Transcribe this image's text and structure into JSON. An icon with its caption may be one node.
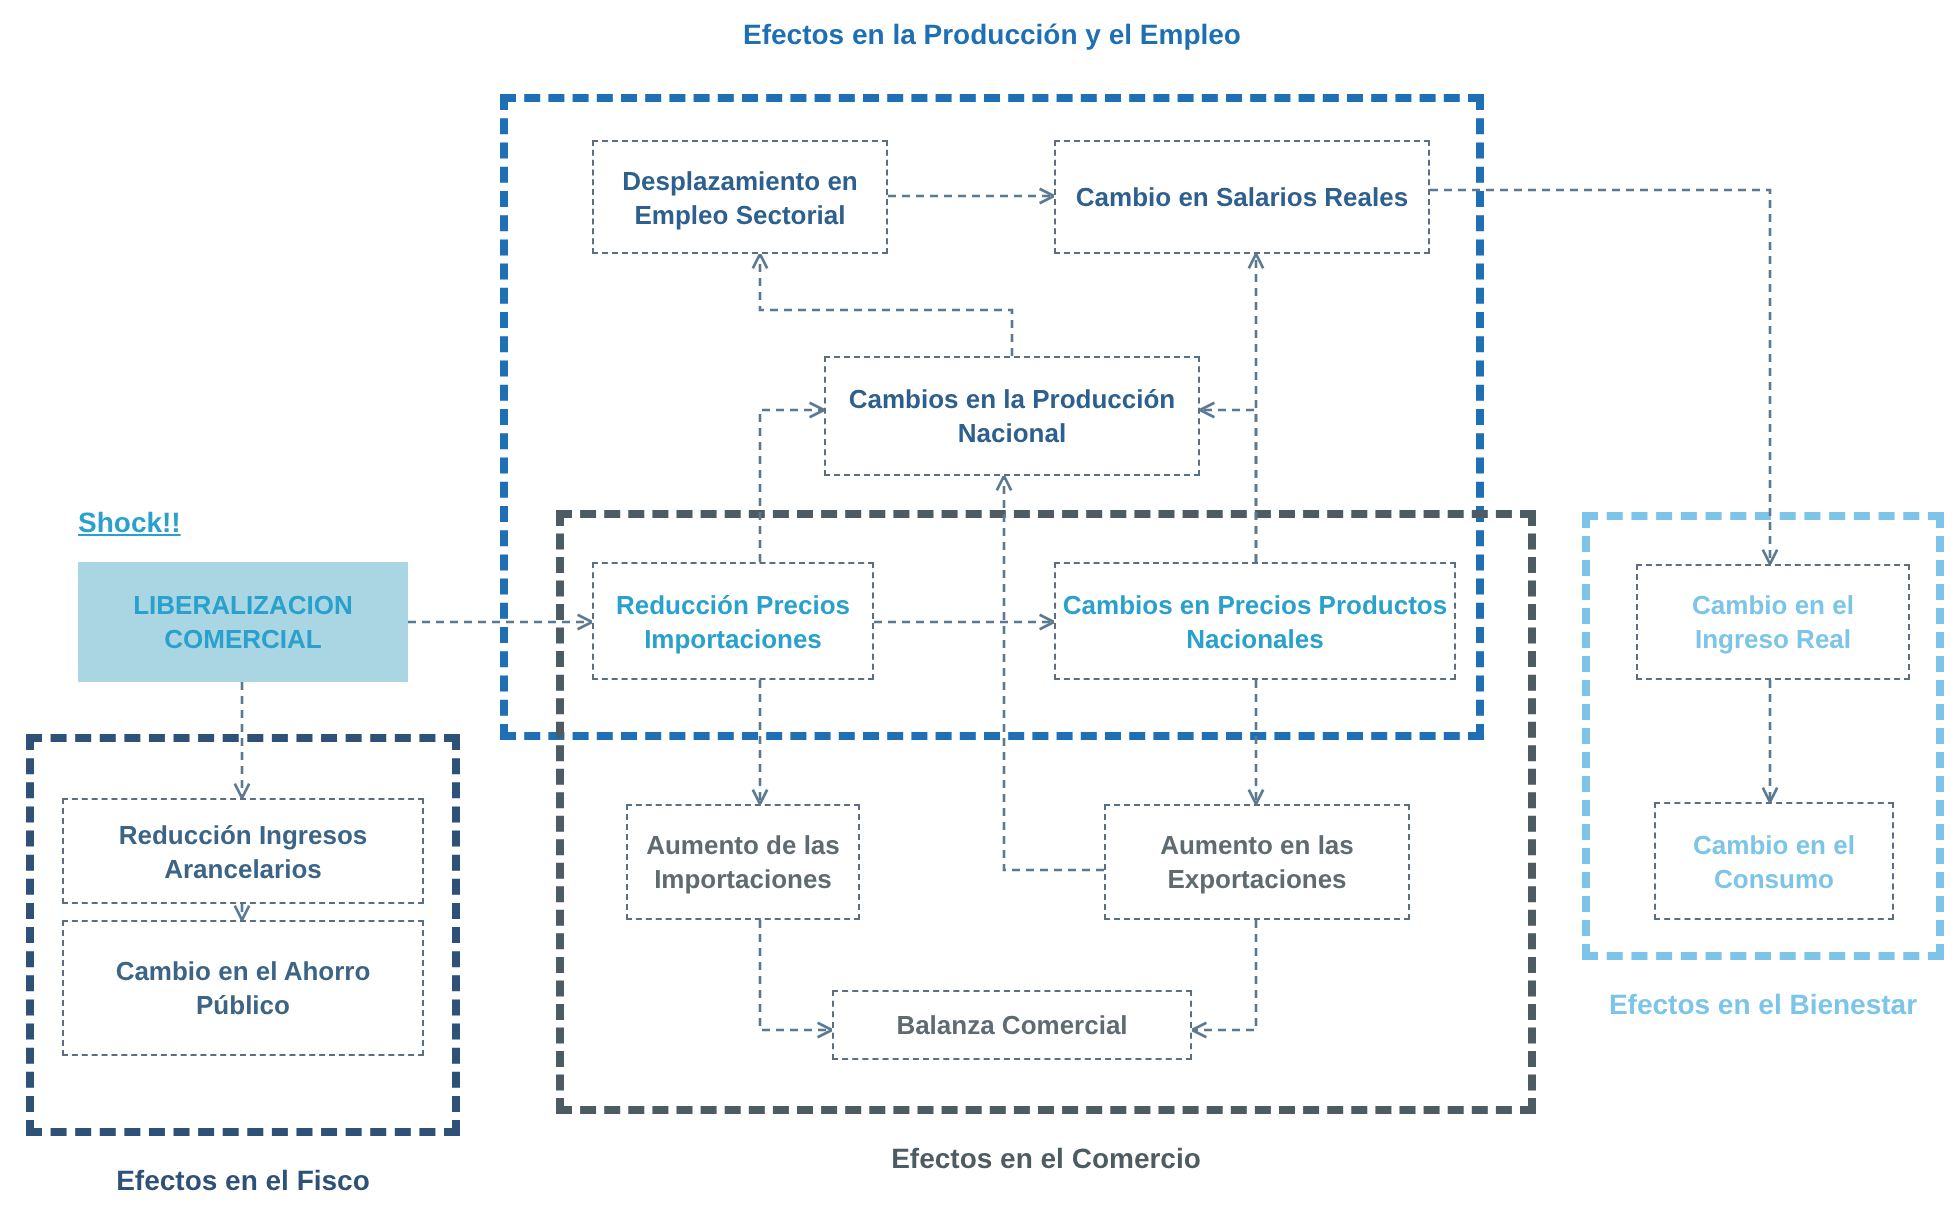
{
  "diagram": {
    "nodes": [
      {
        "text": [
          "Efectos en la Producción y el Empleo"
        ]
      },
      {
        "text": [
          "Desplazamiento en Empleo Sectorial"
        ],
        "in": 0
      },
      {
        "text": [
          "Cambio en Salarios Reales"
        ],
        "in": 0
      },
      {
        "text": [
          "Cambios en la Producción Nacional"
        ],
        "in": 0
      },
      {
        "text": [
          "Efectos en el Comercio"
        ]
      },
      {
        "text": [
          "Reducción Precios Importaciones"
        ]
      },
      {
        "text": [
          "Cambios en Precios Productos Nacionales"
        ]
      },
      {
        "text": [
          "Aumento de las Importaciones"
        ],
        "in": 4
      },
      {
        "text": [
          "Aumento en las Exportaciones"
        ],
        "in": 4
      },
      {
        "text": [
          "Balanza Comercial"
        ],
        "in": 4
      },
      {
        "text": [
          "Efectos en el Fisco"
        ]
      },
      {
        "text": [
          "Reducción Ingresos Arancelarios"
        ],
        "in": 10
      },
      {
        "text": [
          "Cambio en el Ahorro Público"
        ],
        "in": 10
      },
      {
        "text": [
          "Efectos en el Bienestar"
        ]
      },
      {
        "text": [
          "Cambio en el Ingreso Real"
        ],
        "in": 13
      },
      {
        "text": [
          "Cambio en el Consumo"
        ],
        "in": 13
      },
      {
        "text": [
          "LIBERALIZACION COMERCIAL"
        ],
        "beside": [
          "Shock!!"
        ]
      }
    ],
    "edges": [
      {
        "from": 16,
        "to": 5,
        "arrow": "to"
      },
      {
        "from": 16,
        "to": 11,
        "arrow": "to"
      },
      {
        "from": 11,
        "to": 12,
        "arrow": "to"
      },
      {
        "from": 1,
        "to": 2,
        "arrow": "to"
      },
      {
        "from": 3,
        "to": 1,
        "arrow": "to"
      },
      {
        "from": 5,
        "to": 3,
        "arrow": "to"
      },
      {
        "from": 6,
        "to": 3,
        "arrow": "to"
      },
      {
        "from": 6,
        "to": 2,
        "arrow": "to"
      },
      {
        "from": 8,
        "to": 3,
        "arrow": "to"
      },
      {
        "from": 5,
        "to": 6,
        "arrow": "to"
      },
      {
        "from": 5,
        "to": 7,
        "arrow": "to"
      },
      {
        "from": 6,
        "to": 8,
        "arrow": "to"
      },
      {
        "from": 7,
        "to": 9,
        "arrow": "to"
      },
      {
        "from": 8,
        "to": 9,
        "arrow": "to"
      },
      {
        "from": 2,
        "to": 14,
        "arrow": "to"
      },
      {
        "from": 14,
        "to": 15,
        "arrow": "to"
      }
    ]
  }
}
